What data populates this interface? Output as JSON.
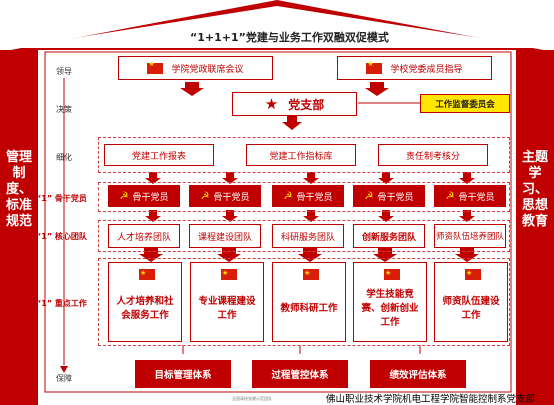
{
  "title": "“1+1+1”党建与业务工作双融双促模式",
  "left_pillar": "管理制度、标准规范",
  "right_pillar": "主题学习、思想教育",
  "row_labels": {
    "lead": "领导",
    "decide": "决策",
    "refine": "细化",
    "core_member": "“1” 骨干党员",
    "core_team": "“1” 核心团队",
    "key_work": "“1” 重点工作",
    "guarantee": "保障"
  },
  "leadership": [
    "学院党政联席会议",
    "学校党委成员指导"
  ],
  "branch": "党支部",
  "supervision": "工作监督委员会",
  "refine_items": [
    "党建工作报表",
    "党建工作指标库",
    "责任制考核分"
  ],
  "core_members": [
    "骨干党员",
    "骨干党员",
    "骨干党员",
    "骨干党员",
    "骨干党员"
  ],
  "teams": [
    "人才培养团队",
    "课程建设团队",
    "科研服务团队",
    "创新服务团队",
    "师资队伍培养团队"
  ],
  "works": [
    "人才培养和社会服务工作",
    "专业课程建设工作",
    "教师科研工作",
    "学生技能竞赛、创新创业工作",
    "师资队伍建设工作"
  ],
  "guarantees": [
    "目标管理体系",
    "过程管控体系",
    "绩效评估体系"
  ],
  "footer": "佛山职业技术学院机电工程学院智能控制系党支部",
  "small_print": "全国高校党建示范团队"
}
